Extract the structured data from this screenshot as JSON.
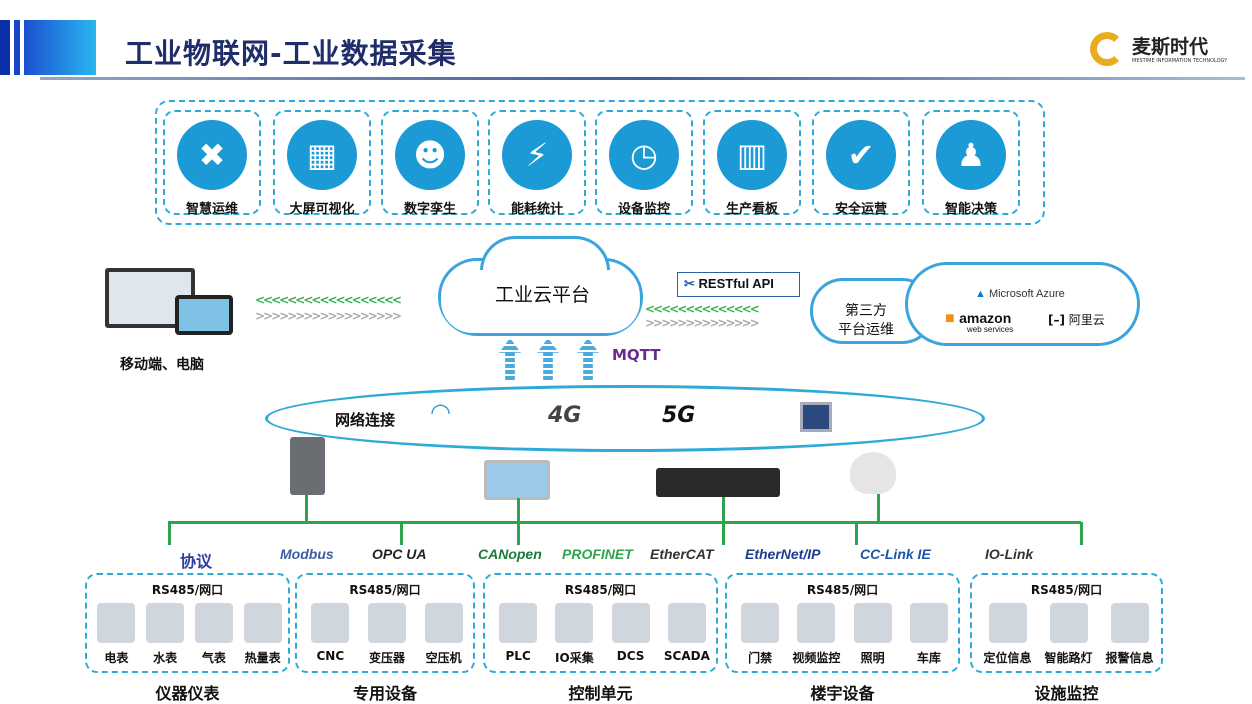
{
  "header": {
    "title": "工业物联网-工业数据采集",
    "logo_text": "麦斯时代",
    "logo_sub": "MESTIME INFORMATION TECHNOLOGY",
    "accent": "#1f2d6b"
  },
  "apps": [
    {
      "label": "智慧运维",
      "icon": "wrench-screwdriver-icon",
      "glyph": "✖"
    },
    {
      "label": "大屏可视化",
      "icon": "monitor-dashboard-icon",
      "glyph": "▦"
    },
    {
      "label": "数字孪生",
      "icon": "people-group-icon",
      "glyph": "☻"
    },
    {
      "label": "能耗统计",
      "icon": "lightning-icon",
      "glyph": "⚡"
    },
    {
      "label": "设备监控",
      "icon": "clock-icon",
      "glyph": "◷"
    },
    {
      "label": "生产看板",
      "icon": "bar-chart-icon",
      "glyph": "▥"
    },
    {
      "label": "安全运营",
      "icon": "shield-check-icon",
      "glyph": "✔"
    },
    {
      "label": "智能决策",
      "icon": "presentation-icon",
      "glyph": "♟"
    }
  ],
  "cloud": {
    "label": "工业云平台",
    "api": "RESTful API",
    "mqtt": "MQTT"
  },
  "client": {
    "label": "移动端、电脑"
  },
  "third_party": {
    "label_line1": "第三方",
    "label_line2": "平台运维",
    "providers": [
      "Microsoft Azure",
      "amazon",
      "web services",
      "阿里云"
    ]
  },
  "network": {
    "label": "网络连接",
    "items": [
      "4G",
      "5G"
    ]
  },
  "protocols": {
    "label": "协议",
    "items": [
      "Modbus",
      "OPC UA",
      "CANopen",
      "PROFINET",
      "EtherCAT",
      "EtherNet/IP",
      "CC-Link IE",
      "IO-Link"
    ]
  },
  "groups": [
    {
      "name": "仪器仪表",
      "port": "RS485/网口",
      "items": [
        "电表",
        "水表",
        "气表",
        "热量表"
      ]
    },
    {
      "name": "专用设备",
      "port": "RS485/网口",
      "items": [
        "CNC",
        "变压器",
        "空压机"
      ]
    },
    {
      "name": "控制单元",
      "port": "RS485/网口",
      "items": [
        "PLC",
        "IO采集",
        "DCS",
        "SCADA"
      ]
    },
    {
      "name": "楼宇设备",
      "port": "RS485/网口",
      "items": [
        "门禁",
        "视频监控",
        "照明",
        "车库"
      ]
    },
    {
      "name": "设施监控",
      "port": "RS485/网口",
      "items": [
        "定位信息",
        "智能路灯",
        "报警信息"
      ]
    }
  ]
}
